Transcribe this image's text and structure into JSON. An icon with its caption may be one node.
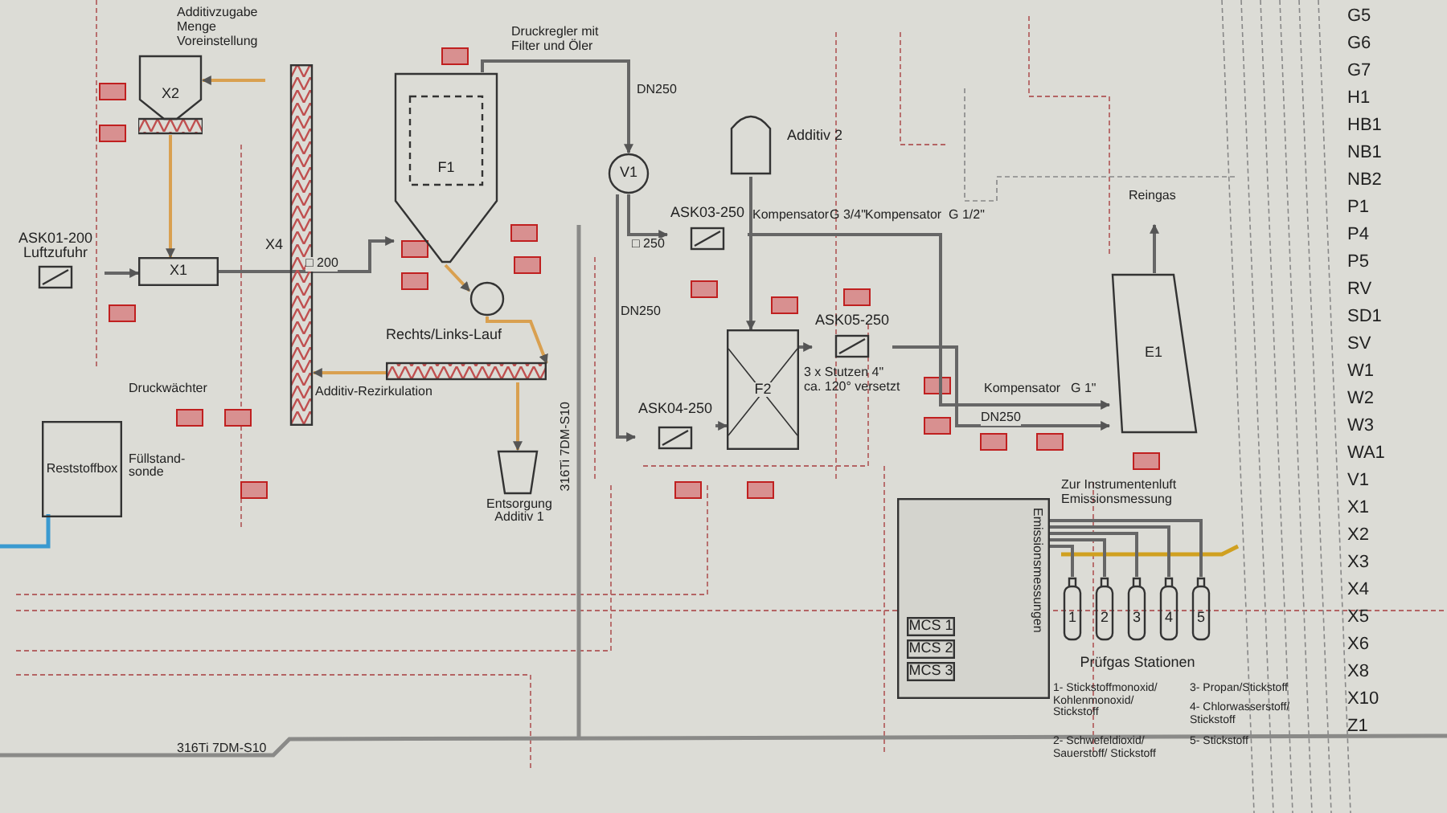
{
  "diagram": {
    "nodes": [
      {
        "text": [
          "X2"
        ]
      },
      {
        "text": [
          "X1"
        ]
      },
      {
        "text": [
          "X4"
        ]
      },
      {
        "text": [
          "F1"
        ]
      },
      {
        "text": [
          "V1"
        ]
      },
      {
        "text": [
          "Additiv 2"
        ]
      },
      {
        "text": [
          "F2"
        ]
      },
      {
        "text": [
          "E1"
        ]
      },
      {
        "text": [
          "Emissionsmessungen"
        ]
      },
      {
        "text": [
          "MCS 1"
        ],
        "in": 8
      },
      {
        "text": [
          "MCS 2"
        ],
        "in": 8
      },
      {
        "text": [
          "MCS 3"
        ],
        "in": 8
      },
      {
        "text": [
          "Prüfgas Stationen"
        ]
      },
      {
        "text": [
          "1"
        ],
        "in": 12
      },
      {
        "text": [
          "2"
        ],
        "in": 12
      },
      {
        "text": [
          "3"
        ],
        "in": 12
      },
      {
        "text": [
          "4"
        ],
        "in": 12
      },
      {
        "text": [
          "5"
        ],
        "in": 12
      },
      {
        "text": [
          "Reststoffbox"
        ],
        "beside": [
          "Füllstand-sonde"
        ]
      },
      {
        "text": [],
        "shape": "box",
        "beside": [
          "Entsorgung Additiv 1"
        ]
      },
      {
        "text": [
          "Rechts/Links-Lauf"
        ]
      },
      {
        "text": [
          "ASK03-250"
        ]
      },
      {
        "text": [
          "ASK04-250"
        ]
      },
      {
        "text": [
          "ASK05-250"
        ]
      },
      {
        "text": [
          "ASK01-200 Luftzufuhr"
        ]
      },
      {
        "text": [],
        "shape": "circle"
      }
    ],
    "edges": [
      {
        "from": 24,
        "to": 1,
        "arrow": "to"
      },
      {
        "from": 1,
        "to": 3,
        "arrow": "to",
        "label": "□ 200"
      },
      {
        "from": 0,
        "to": 1,
        "arrow": "to",
        "color": "#d9a050"
      },
      {
        "from": 2,
        "to": 0,
        "arrow": "to",
        "color": "#d9a050"
      },
      {
        "from": 3,
        "to": 4,
        "arrow": "to",
        "label": "DN250"
      },
      {
        "from": 4,
        "to": 21,
        "arrow": "to",
        "label": "□ 250"
      },
      {
        "from": 4,
        "to": 22,
        "arrow": "to",
        "label": "DN250"
      },
      {
        "from": 22,
        "to": 6,
        "arrow": "to"
      },
      {
        "from": 5,
        "to": 6,
        "arrow": "to"
      },
      {
        "from": 6,
        "to": 23,
        "arrow": "to"
      },
      {
        "from": 23,
        "to": 7,
        "arrow": "to",
        "label": "DN250"
      },
      {
        "from": 21,
        "to": 7,
        "arrow": "to"
      },
      {
        "from": 3,
        "to": 25,
        "arrow": "to",
        "color": "#d9a050"
      },
      {
        "from": 25,
        "to": 20,
        "arrow": "to",
        "color": "#d9a050"
      },
      {
        "from": 20,
        "to": 19,
        "arrow": "to",
        "color": "#d9a050"
      },
      {
        "from": 20,
        "to": 2,
        "arrow": "to",
        "label": "Additiv-Rezirkulation",
        "color": "#d9a050"
      },
      {
        "from": 7,
        "to": null,
        "arrow": "to",
        "label": "Reingas"
      },
      {
        "from": 13,
        "to": 8,
        "arrow": "none"
      },
      {
        "from": 14,
        "to": 8,
        "arrow": "none"
      },
      {
        "from": 15,
        "to": 8,
        "arrow": "none"
      },
      {
        "from": 16,
        "to": 8,
        "arrow": "none"
      },
      {
        "from": 17,
        "to": 8,
        "arrow": "none"
      }
    ],
    "labels": [
      "Additivzugabe Menge Voreinstellung",
      "Druckregler mit Filter und Öler",
      "Kompensator",
      "G 3/4\"",
      "Kompensator",
      "G 1/2\"",
      "Kompensator",
      "G 1\"",
      "3 x Stutzen 4\" ca. 120° versetzt",
      "Druckwächter",
      "Zur Instrumentenluft Emissionsmessung",
      "1- Stickstoffmonoxid/ Kohlenmonoxid/ Stickstoff",
      "2- Schwefeldioxid/ Sauerstoff/ Stickstoff",
      "3- Propan/Stickstoff",
      "4- Chlorwasserstoff/ Stickstoff",
      "5- Stickstoff",
      "316Ti 7DM-S10",
      "316Ti 7DM-S10",
      "G5",
      "G6",
      "G7",
      "H1",
      "HB1",
      "NB1",
      "NB2",
      "P1",
      "P4",
      "P5",
      "RV",
      "SD1",
      "SV",
      "W1",
      "W2",
      "W3",
      "WA1",
      "V1",
      "X1",
      "X2",
      "X3",
      "X4",
      "X5",
      "X6",
      "X8",
      "X10",
      "Z1"
    ]
  }
}
